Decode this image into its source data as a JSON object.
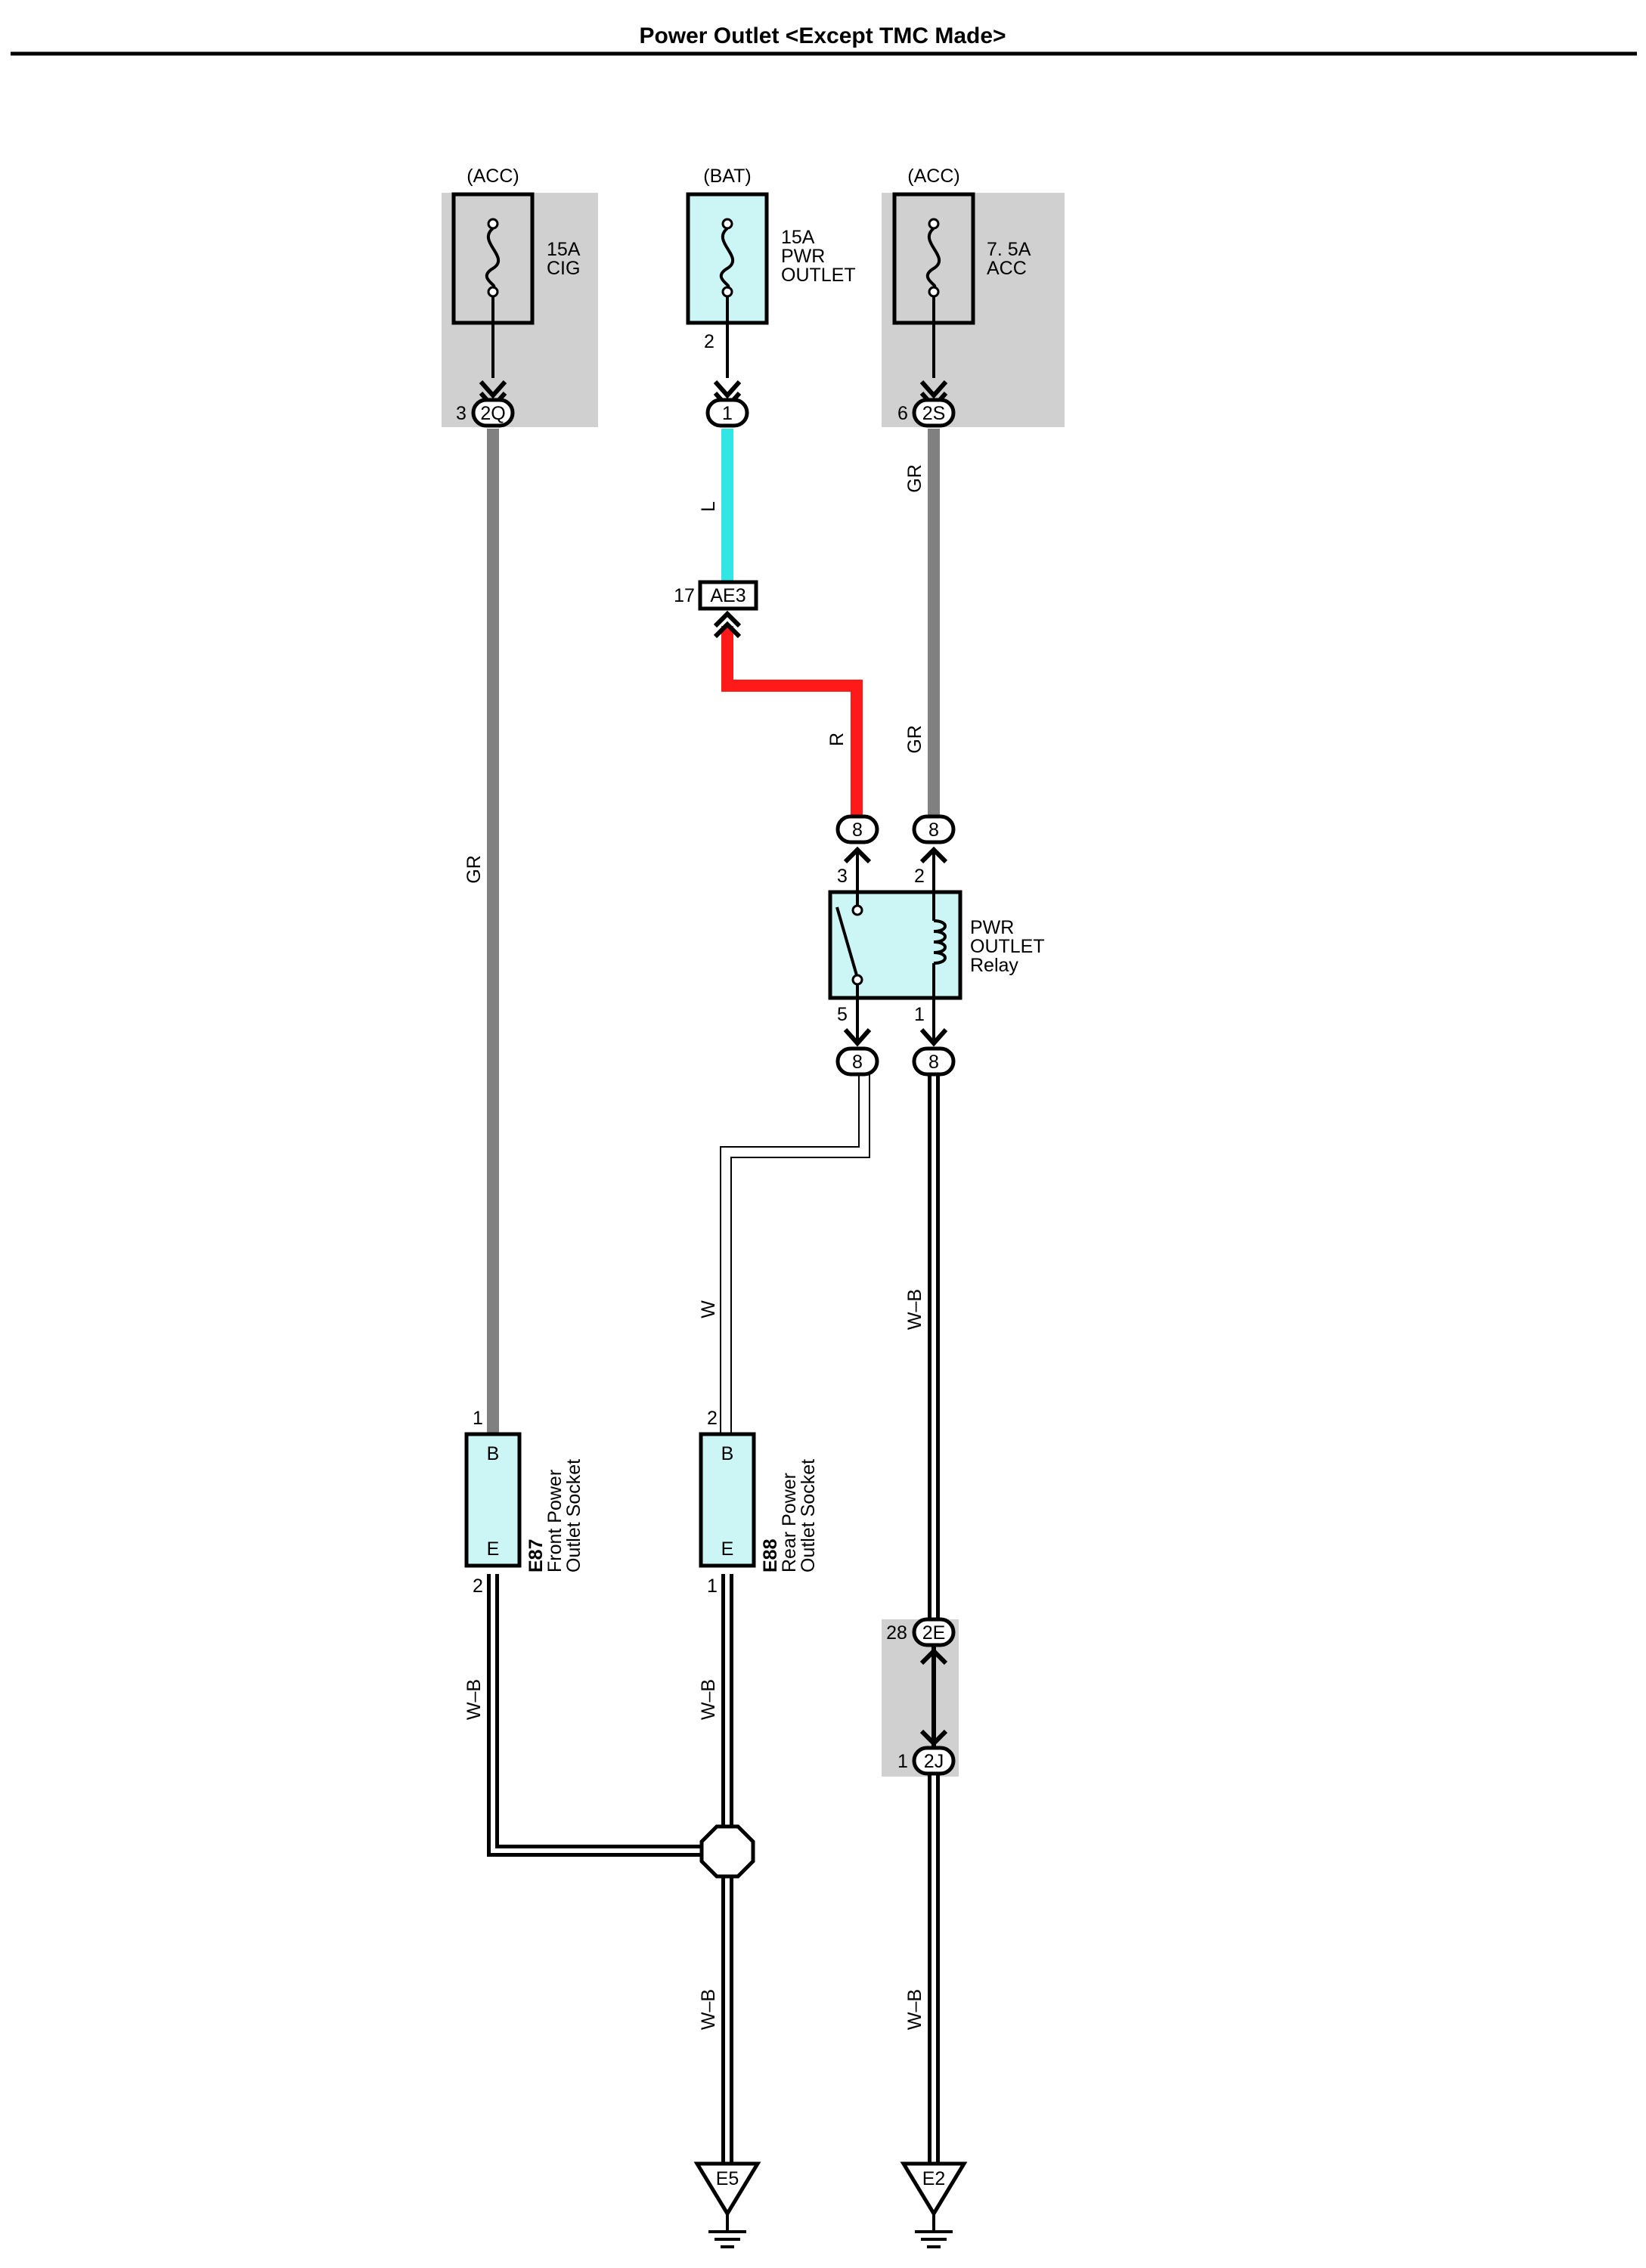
{
  "title": "Power Outlet <Except TMC Made>",
  "colors": {
    "fuse_box": "#d0d0d0",
    "component_fill": "#ccf5f5",
    "wire_gr": "#808080",
    "wire_l": "#33e6e6",
    "wire_r": "#ff1a1a",
    "wire_w": "#ffffff",
    "wire_wb": "#000000"
  },
  "fuses": {
    "cig": {
      "source": "(ACC)",
      "rating": "15A",
      "name": "CIG",
      "pin": "3",
      "connector": "2Q"
    },
    "pwr_outlet": {
      "source": "(BAT)",
      "rating": "15A",
      "name": "PWR",
      "name2": "OUTLET",
      "pin": "2",
      "connector": "1"
    },
    "acc": {
      "source": "(ACC)",
      "rating": "7. 5A",
      "name": "ACC",
      "pin": "6",
      "connector": "2S"
    }
  },
  "junction_ae3": {
    "pin": "17",
    "connector": "AE3"
  },
  "relay": {
    "name1": "PWR",
    "name2": "OUTLET",
    "name3": "Relay",
    "pin_switch_in": "3",
    "pin_coil_in": "2",
    "pin_switch_out": "5",
    "pin_coil_out": "1",
    "connector": "8"
  },
  "front_socket": {
    "id": "E87",
    "name1": "Front Power",
    "name2": "Outlet Socket",
    "pin_b": "1",
    "pin_e": "2",
    "term_b": "B",
    "term_e": "E"
  },
  "rear_socket": {
    "id": "E88",
    "name1": "Rear Power",
    "name2": "Outlet Socket",
    "pin_b": "2",
    "pin_e": "1",
    "term_b": "B",
    "term_e": "E"
  },
  "inline_connector": {
    "pin_top": "28",
    "conn_top": "2E",
    "pin_bottom": "1",
    "conn_bottom": "2J"
  },
  "grounds": {
    "left": "E5",
    "right": "E2"
  },
  "wire_labels": {
    "gr": "GR",
    "l": "L",
    "r": "R",
    "w": "W",
    "wb": "W–B"
  }
}
